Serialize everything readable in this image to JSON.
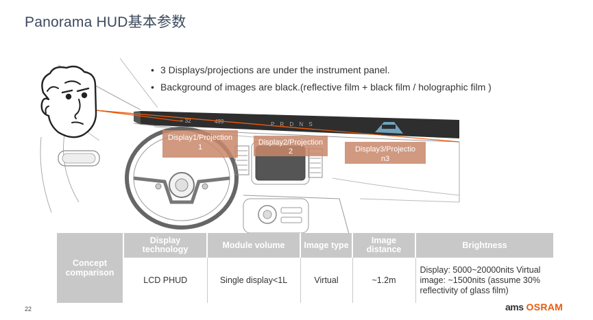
{
  "title": "Panorama HUD基本参数",
  "bullets": [
    "3 Displays/projections are under the instrument panel.",
    "Background of images are black.(reflective film + black film / holographic film )"
  ],
  "illustration": {
    "hud_readout_speed": "≈ 32",
    "hud_readout_value": "499",
    "gear_selector": "P R D N S",
    "labels": [
      "Display1/Projection 1",
      "Display2/Projection 2",
      "Display3/Projection3"
    ]
  },
  "table": {
    "row_header": "Concept comparison",
    "headers": [
      "Display technology",
      "Module volume",
      "Image type",
      "Image distance",
      "Brightness"
    ],
    "row": [
      "LCD PHUD",
      "Single display<1L",
      "Virtual",
      "~1.2m",
      "Display: 5000~20000nits Virtual image: ~1500nits (assume 30% reflectivity of glass film)"
    ]
  },
  "page_number": "22",
  "logo": {
    "ams": "ams",
    "osram": "OSRAM"
  },
  "colors": {
    "accent": "#e95a0c",
    "label_box": "#c8876a",
    "header_bg": "#c8c8c8"
  }
}
